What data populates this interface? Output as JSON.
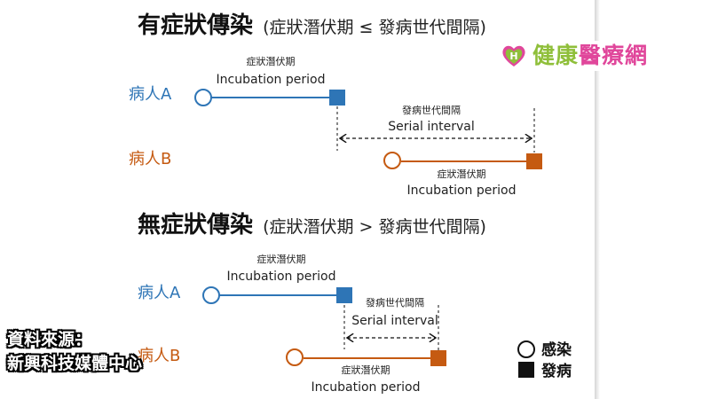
{
  "colors": {
    "patient_a": "#2e75b6",
    "patient_b": "#c55a11",
    "text": "#111111",
    "logo_green": "#8fbf3a",
    "logo_pink": "#e0479b"
  },
  "logo": {
    "icon": "heart-h-logo-icon",
    "part1": "健康",
    "part2": "醫療網"
  },
  "source": {
    "line1": "資料來源：",
    "line2": "新興科技媒體中心"
  },
  "legend": {
    "infection_icon": "circle-outline-icon",
    "infection_label": "感染",
    "onset_icon": "filled-square-icon",
    "onset_label": "發病"
  },
  "panels": [
    {
      "title_strong": "有症狀傳染",
      "title_sub": "(症狀潛伏期 ≤ 發病世代間隔)",
      "patient_a": {
        "label": "病人A",
        "incubation_zh": "症狀潛伏期",
        "incubation_en": "Incubation period"
      },
      "patient_b": {
        "label": "病人B",
        "incubation_zh": "症狀潛伏期",
        "incubation_en": "Incubation period"
      },
      "serial_zh": "發病世代間隔",
      "serial_en": "Serial interval"
    },
    {
      "title_strong": "無症狀傳染",
      "title_sub": "(症狀潛伏期 > 發病世代間隔)",
      "patient_a": {
        "label": "病人A",
        "incubation_zh": "症狀潛伏期",
        "incubation_en": "Incubation period"
      },
      "patient_b": {
        "label": "病人B",
        "incubation_zh": "症狀潛伏期",
        "incubation_en": "Incubation period"
      },
      "serial_zh": "發病世代間隔",
      "serial_en": "Serial interval"
    }
  ]
}
